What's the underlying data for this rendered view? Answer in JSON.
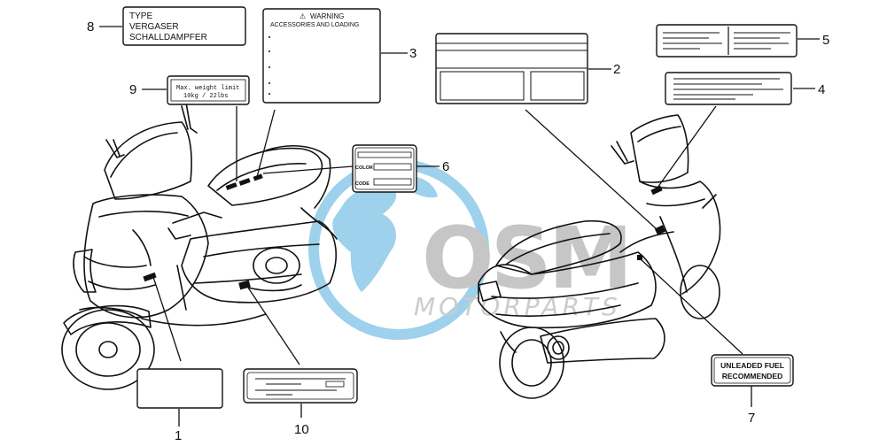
{
  "watermark": {
    "brand": "OSM",
    "subtitle": "MOTORPARTS",
    "colors": {
      "globe": "#8ec9e8",
      "text": "#bdbdbd"
    }
  },
  "labels": {
    "label_8": {
      "number": "8",
      "lines": [
        "TYPE",
        "VERGASER",
        "SCHALLDAMPFER"
      ]
    },
    "label_3": {
      "number": "3",
      "warning_symbol": "⚠",
      "lines": [
        "WARNING",
        "ACCESSORIES AND LOADING"
      ]
    },
    "label_9": {
      "number": "9",
      "lines": [
        "Max. weight limit",
        "10kg / 22lbs"
      ]
    },
    "label_6": {
      "number": "6",
      "fields": [
        "COLOR",
        "CODE"
      ]
    },
    "label_2": {
      "number": "2"
    },
    "label_5": {
      "number": "5"
    },
    "label_4": {
      "number": "4"
    },
    "label_1": {
      "number": "1"
    },
    "label_10": {
      "number": "10"
    },
    "label_7": {
      "number": "7",
      "lines": [
        "UNLEADED FUEL",
        "RECOMMENDED"
      ]
    }
  }
}
